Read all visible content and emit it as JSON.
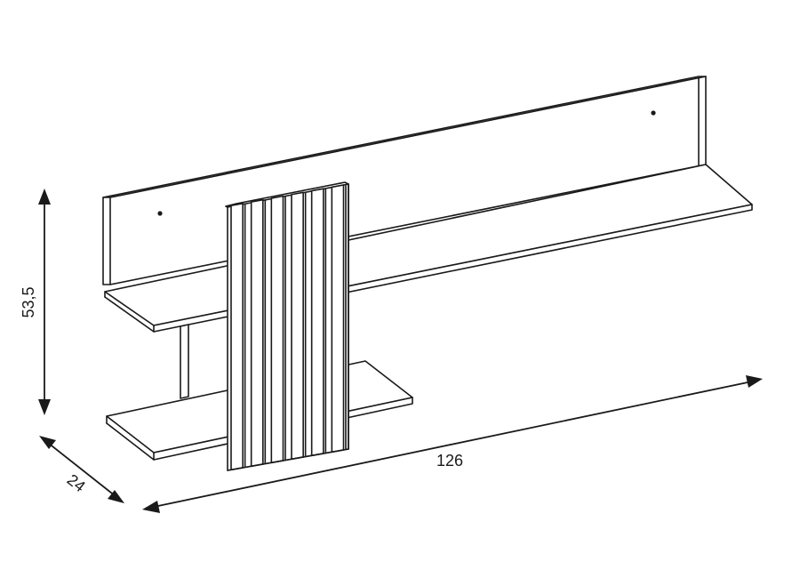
{
  "dimensions": {
    "width_label": "126",
    "height_label": "53,5",
    "depth_label": "24"
  },
  "colors": {
    "line": "#1a1a1a",
    "background": "#ffffff"
  },
  "slats": {
    "count": 6
  }
}
